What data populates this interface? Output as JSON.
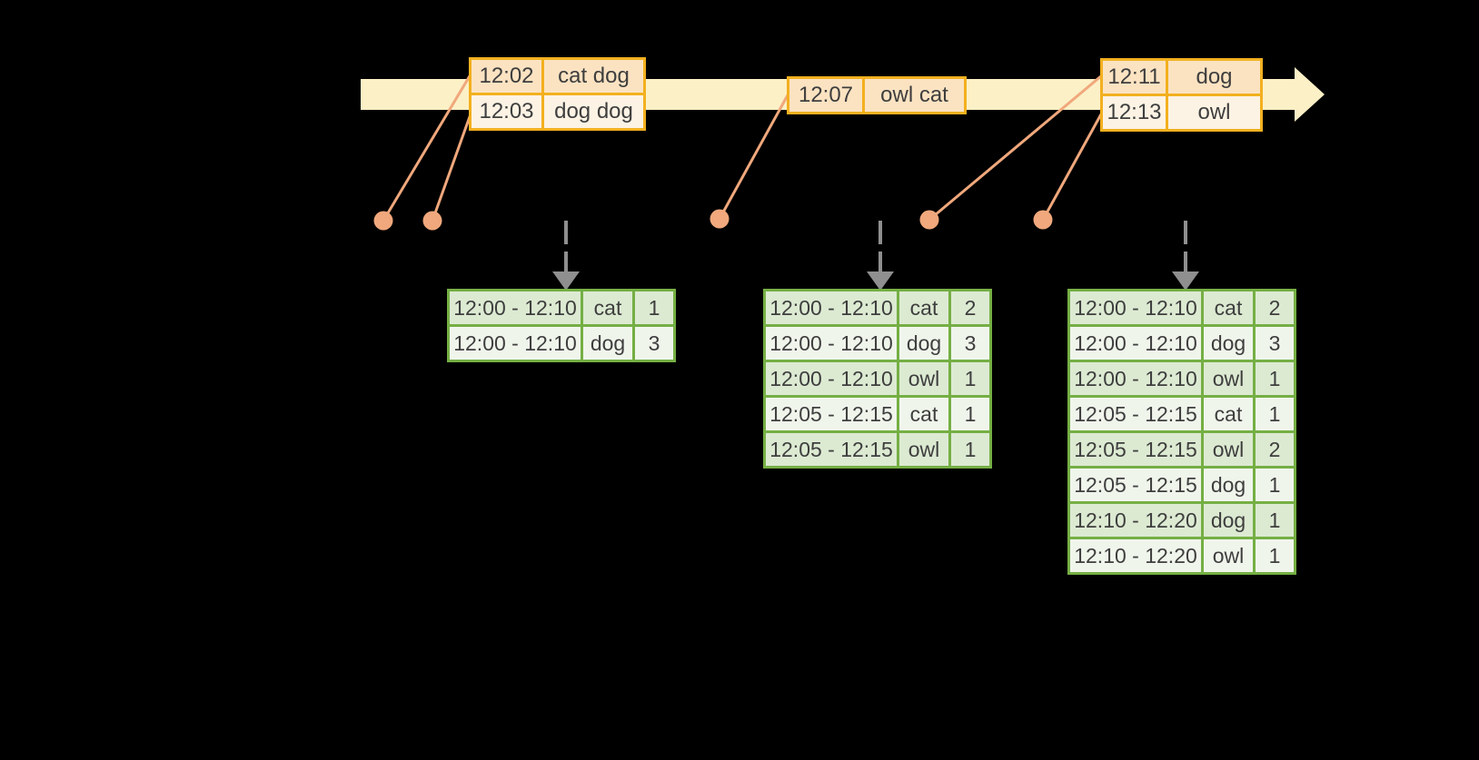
{
  "colors": {
    "background": "#000000",
    "timeline_band": "#FCF0C6",
    "event_table_border": "#F3B01F",
    "event_row_dark": "#FBE3C2",
    "event_row_light": "#FDF3E4",
    "connector_salmon": "#F0A87C",
    "trigger_arrow_gray": "#8F8F8F",
    "result_table_border": "#75AF44",
    "result_row_dark": "#DCEAD2",
    "result_row_light": "#F0F5EC",
    "text": "#3E3E3E"
  },
  "icons": {
    "timeline_arrowhead": "right-arrow-triangle",
    "trigger_arrow": "dashed-down-arrow",
    "event_dot": "filled-circle"
  },
  "event_batches": [
    {
      "rows": [
        {
          "time": "12:02",
          "words": "cat dog"
        },
        {
          "time": "12:03",
          "words": "dog dog"
        }
      ]
    },
    {
      "rows": [
        {
          "time": "12:07",
          "words": "owl cat"
        }
      ]
    },
    {
      "rows": [
        {
          "time": "12:11",
          "words": "dog"
        },
        {
          "time": "12:13",
          "words": "owl"
        }
      ]
    }
  ],
  "result_tables": [
    {
      "rows": [
        {
          "window": "12:00 - 12:10",
          "word": "cat",
          "count": "1"
        },
        {
          "window": "12:00 - 12:10",
          "word": "dog",
          "count": "3"
        }
      ]
    },
    {
      "rows": [
        {
          "window": "12:00 - 12:10",
          "word": "cat",
          "count": "2"
        },
        {
          "window": "12:00 - 12:10",
          "word": "dog",
          "count": "3"
        },
        {
          "window": "12:00 - 12:10",
          "word": "owl",
          "count": "1"
        },
        {
          "window": "12:05 - 12:15",
          "word": "cat",
          "count": "1"
        },
        {
          "window": "12:05 - 12:15",
          "word": "owl",
          "count": "1"
        }
      ]
    },
    {
      "rows": [
        {
          "window": "12:00 - 12:10",
          "word": "cat",
          "count": "2"
        },
        {
          "window": "12:00 - 12:10",
          "word": "dog",
          "count": "3"
        },
        {
          "window": "12:00 - 12:10",
          "word": "owl",
          "count": "1"
        },
        {
          "window": "12:05 - 12:15",
          "word": "cat",
          "count": "1"
        },
        {
          "window": "12:05 - 12:15",
          "word": "owl",
          "count": "2"
        },
        {
          "window": "12:05 - 12:15",
          "word": "dog",
          "count": "1"
        },
        {
          "window": "12:10 - 12:20",
          "word": "dog",
          "count": "1"
        },
        {
          "window": "12:10 - 12:20",
          "word": "owl",
          "count": "1"
        }
      ]
    }
  ]
}
